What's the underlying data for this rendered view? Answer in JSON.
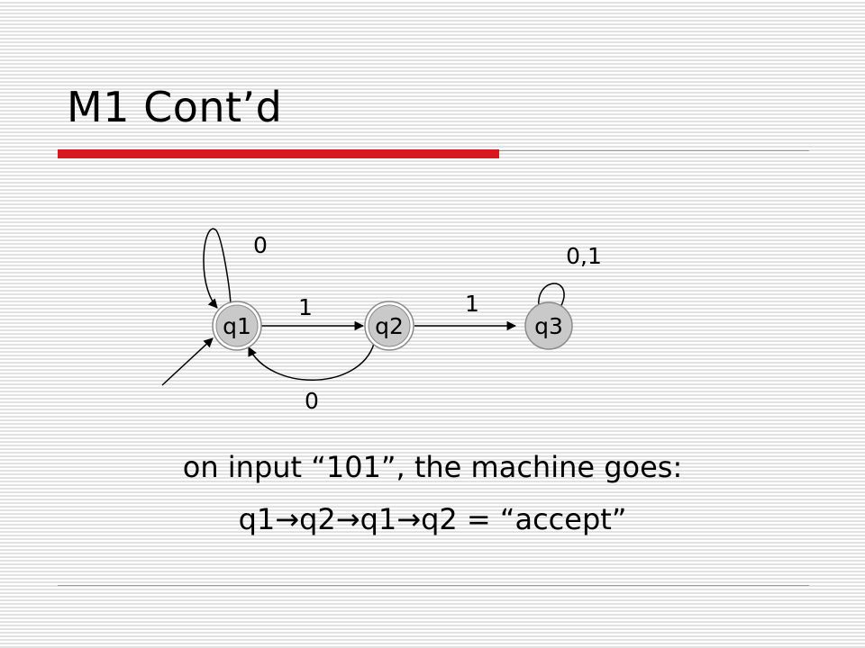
{
  "slide": {
    "title": "M1 Cont’d"
  },
  "diagram": {
    "states": [
      {
        "id": "q1",
        "label": "q1"
      },
      {
        "id": "q2",
        "label": "q2"
      },
      {
        "id": "q3",
        "label": "q3"
      }
    ],
    "transitions": [
      {
        "from": "q1",
        "to": "q1",
        "label": "0"
      },
      {
        "from": "q1",
        "to": "q2",
        "label": "1"
      },
      {
        "from": "q2",
        "to": "q3",
        "label": "1"
      },
      {
        "from": "q3",
        "to": "q3",
        "label": "0,1"
      },
      {
        "from": "q2",
        "to": "q1",
        "label": "0"
      }
    ],
    "start_state": "q1",
    "colors": {
      "state_fill": "#c9c9c9",
      "state_stroke": "#8a8a8a",
      "edge": "#000000"
    }
  },
  "text": {
    "line1": "on input “101”, the machine goes:",
    "line2": "q1→q2→q1→q2 = “accept”"
  },
  "colors": {
    "accent": "#d7191f"
  }
}
